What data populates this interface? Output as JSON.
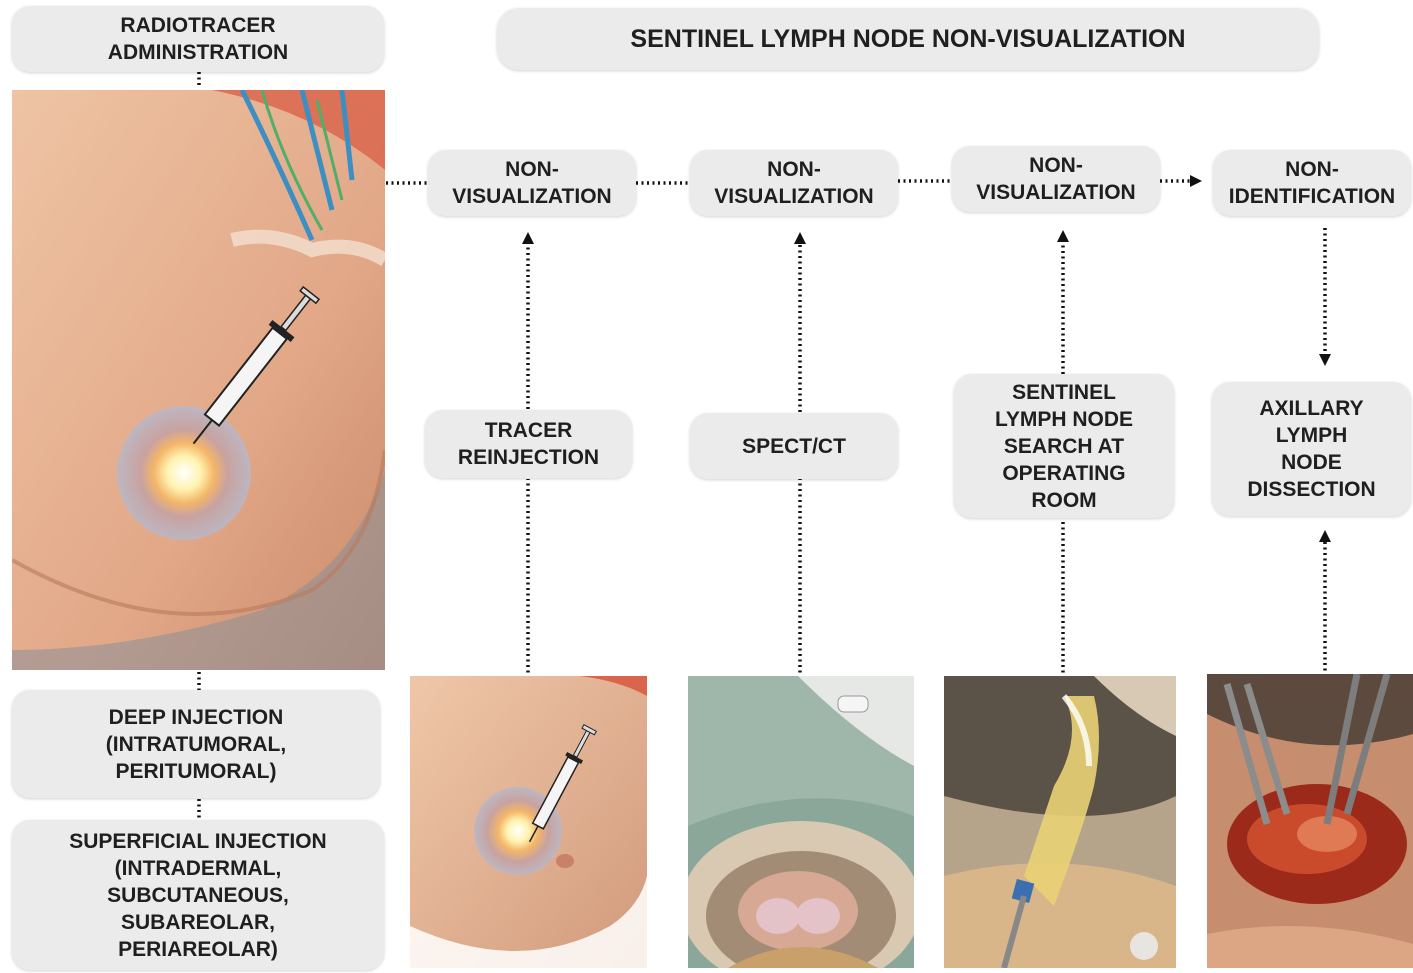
{
  "title": "SENTINEL LYMPH NODE NON-VISUALIZATION",
  "radiotracer_box": "RADIOTRACER\nADMINISTRATION",
  "deep_injection_box": "DEEP INJECTION\n(INTRATUMORAL,\nPERITUMORAL)",
  "superficial_injection_box": "SUPERFICIAL INJECTION\n(INTRADERMAL,\nSUBCUTANEOUS,\nSUBAREOLAR,\nPERIAREOLAR)",
  "steps": [
    {
      "outcome": "NON-\nVISUALIZATION",
      "action": "TRACER\nREINJECTION"
    },
    {
      "outcome": "NON-\nVISUALIZATION",
      "action": "SPECT/CT"
    },
    {
      "outcome": "NON-\nVISUALIZATION",
      "action": "SENTINEL\nLYMPH NODE\nSEARCH AT\nOPERATING\nROOM"
    },
    {
      "outcome": "NON-\nIDENTIFICATION",
      "action": "AXILLARY\nLYMPH\nNODE\nDISSECTION"
    }
  ],
  "colors": {
    "box_fill": "#ebebeb",
    "text": "#1f1f1f",
    "connector": "#111111",
    "skin": "#e8b493",
    "hotspot": "#fff3b0"
  },
  "images": [
    "breast-injection-illustration",
    "breast-reinjection-illustration",
    "spect-ct-scan-photo",
    "gamma-probe-operating-room-photo",
    "axillary-dissection-surgery-photo"
  ]
}
